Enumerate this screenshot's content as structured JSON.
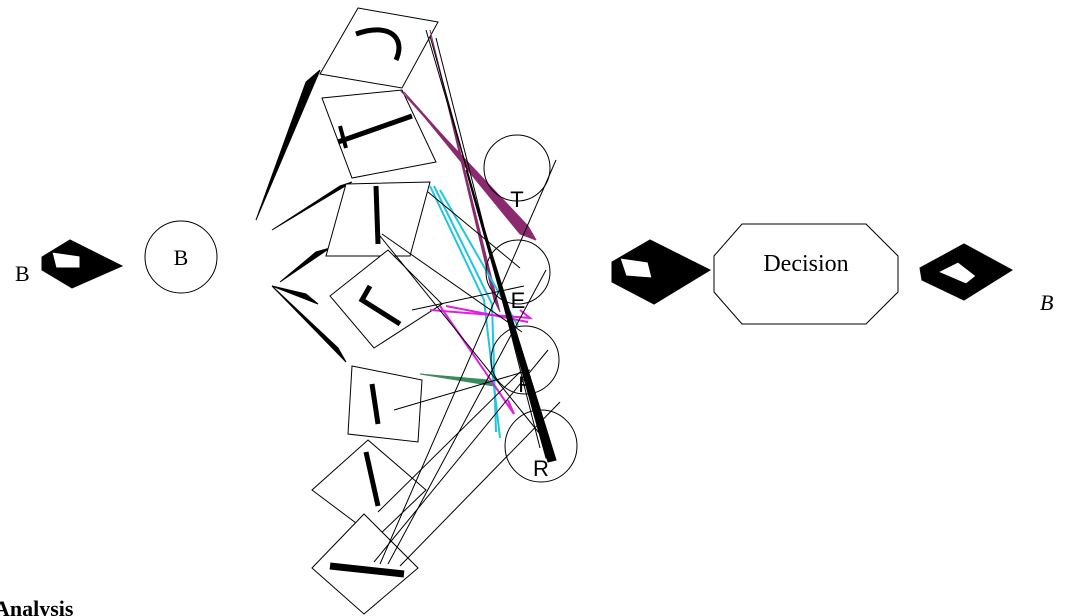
{
  "input_label": "B",
  "input_node_label": "B",
  "decision_label": "Decision",
  "output_label": "B",
  "section_heading": "Analysis",
  "feature_nodes": [
    {
      "id": "top",
      "label": "T"
    },
    {
      "id": "edge",
      "label": "E"
    },
    {
      "id": "f",
      "label": "F"
    },
    {
      "id": "r",
      "label": "R"
    }
  ],
  "colors": {
    "stroke": "#000000",
    "purple_link": "#8b2a6e",
    "cyan_link": "#1fc6e0",
    "magenta_link": "#e020e0",
    "green_link": "#3a8a5e",
    "background": "#ffffff"
  }
}
